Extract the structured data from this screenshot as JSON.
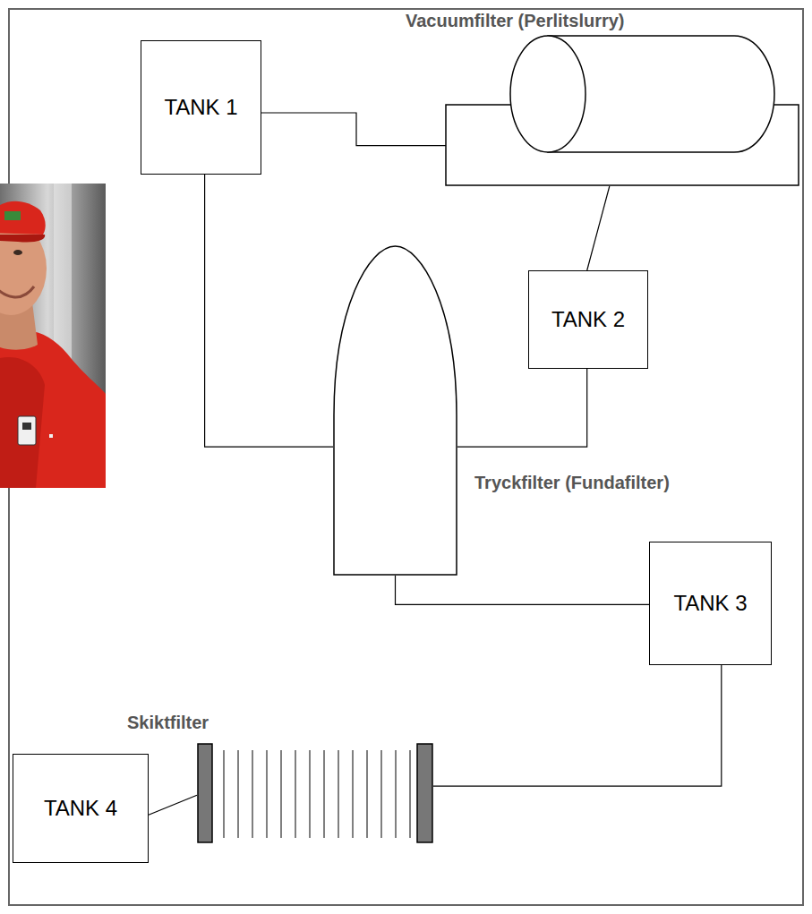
{
  "diagram": {
    "nodes": [
      {
        "text": [
          "TANK 1"
        ]
      },
      {
        "text": [
          "Vacuumfilter (Perlitslurry)"
        ]
      },
      {
        "text": [
          "TANK 2"
        ]
      },
      {
        "text": [
          "Tryckfilter (Fundafilter)"
        ]
      },
      {
        "text": [
          "TANK 3"
        ]
      },
      {
        "text": [
          "Skiktfilter"
        ]
      },
      {
        "text": [
          "TANK 4"
        ]
      }
    ],
    "edges": [
      {
        "from": 0,
        "to": 1,
        "arrow": "none"
      },
      {
        "from": 1,
        "to": 2,
        "arrow": "none"
      },
      {
        "from": 0,
        "to": 3,
        "arrow": "none"
      },
      {
        "from": 2,
        "to": 3,
        "arrow": "none"
      },
      {
        "from": 3,
        "to": 4,
        "arrow": "none"
      },
      {
        "from": 4,
        "to": 5,
        "arrow": "none"
      },
      {
        "from": 5,
        "to": 6,
        "arrow": "none"
      }
    ]
  }
}
